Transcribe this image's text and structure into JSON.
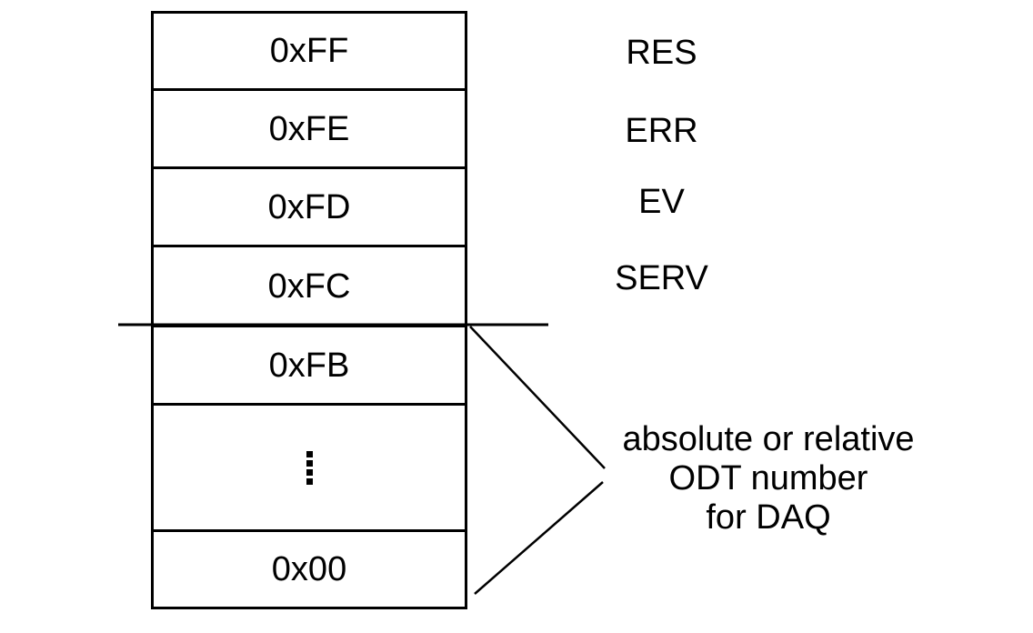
{
  "stack": {
    "cells": [
      {
        "label": "0xFF"
      },
      {
        "label": "0xFE"
      },
      {
        "label": "0xFD"
      },
      {
        "label": "0xFC"
      },
      {
        "label": "0xFB"
      },
      {
        "label": "⋮"
      },
      {
        "label": "0x00"
      }
    ]
  },
  "row_labels": [
    {
      "label": "RES"
    },
    {
      "label": "ERR"
    },
    {
      "label": "EV"
    },
    {
      "label": "SERV"
    }
  ],
  "annotation": {
    "lines": [
      "absolute or relative",
      "ODT number",
      "for DAQ"
    ]
  },
  "colors": {
    "ink": "#000000",
    "background": "#ffffff"
  }
}
